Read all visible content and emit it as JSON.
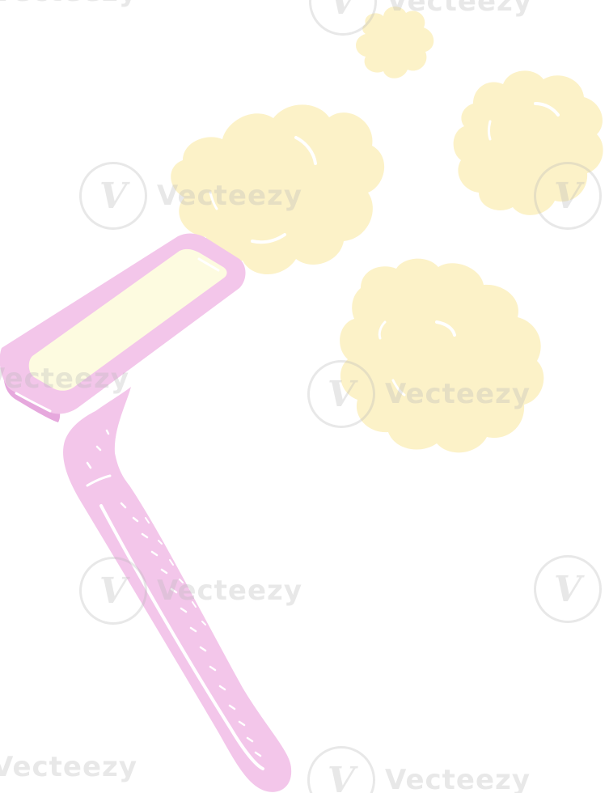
{
  "illustration": {
    "subject": "razor-with-foam-clouds",
    "colors": {
      "background": "#ffffff",
      "razor_pink": "#f3c6ea",
      "razor_pink_dark": "#e6a8dd",
      "blade_cream": "#fdfbe0",
      "foam_cream": "#fcf2c8",
      "highlight": "#ffffff"
    }
  },
  "watermark": {
    "brand": "Vecteezy",
    "logo_glyph": "V"
  }
}
